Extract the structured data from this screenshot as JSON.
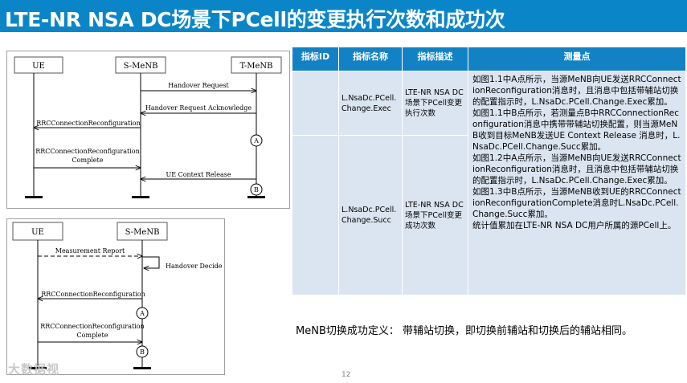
{
  "slide": {
    "title": "LTE-NR NSA DC场景下PCell的变更执行次数和成功次",
    "page_number": "12",
    "watermark": "大数据视",
    "accent_color": "#0a86c8",
    "table_header_color": "#1382c4",
    "table_cell_color": "#dbe5f1"
  },
  "diagram1": {
    "nodes": {
      "ue": "UE",
      "smenb": "S-MeNB",
      "tmenb": "T-MeNB"
    },
    "messages": {
      "handover_request": "Handover Request",
      "handover_request_ack": "Handover Request Acknowledge",
      "rrc_reconf": "RRCConnectionReconfiguration",
      "rrc_reconf_complete_1": "RRCConnectionReconfiguration",
      "rrc_reconf_complete_2": "Complete",
      "ue_context_release": "UE Context Release"
    },
    "points": {
      "a": "A",
      "b": "B"
    }
  },
  "diagram2": {
    "nodes": {
      "ue": "UE",
      "smenb": "S-MeNB"
    },
    "messages": {
      "measurement_report": "Measurement Report",
      "handover_decide": "Handover Decide",
      "rrc_reconf": "RRCConnectionReconfiguration",
      "rrc_reconf_complete_1": "RRCConnectionReconfiguration",
      "rrc_reconf_complete_2": "Complete"
    },
    "points": {
      "a": "A",
      "b": "B"
    }
  },
  "table": {
    "headers": [
      "指标ID",
      "指标名称",
      "指标描述",
      "测量点"
    ],
    "rows": [
      {
        "id": "",
        "name": "L.NsaDc.PCell.Change.Exec",
        "description": "LTE-NR NSA DC场景下PCell变更执行次数",
        "measurement": [
          "如图1.1中A点所示，当源MeNB向UE发送RRCConnectionReconfiguration消息时，且消息中包括带辅站切换的配置指示时，L.NsaDc.PCell.Change.Exec累加。",
          "如图1.1中B点所示，若测量点B中RRCConnectionReconfiguration消息中携带带辅站切换配置，则当源MeNB收到目标MeNB发送UE Context Release 消息时，L.NsaDc.PCell.Change.Succ累加。"
        ]
      },
      {
        "id": "",
        "name": "L.NsaDc.PCell.Change.Succ",
        "description": "LTE-NR NSA DC场景下PCell变更成功次数",
        "measurement": [
          "如图1.2中A点所示，当源MeNB向UE发送RRCConnectionReconfiguration消息时，且消息中包括带辅站切换的配置指示时，L.NsaDc.PCell.Change.Exec累加。",
          "如图1.3中B点所示，当源MeNB收到UE的RRCConnectionReconfigurationComplete消息时L.NsaDc.PCell.Change.Succ累加。",
          "统计值累加在LTE-NR NSA DC用户所属的源PCell上。"
        ]
      }
    ]
  },
  "definition": "MeNB切换成功定义：  带辅站切换，即切换前辅站和切换后的辅站相同。"
}
